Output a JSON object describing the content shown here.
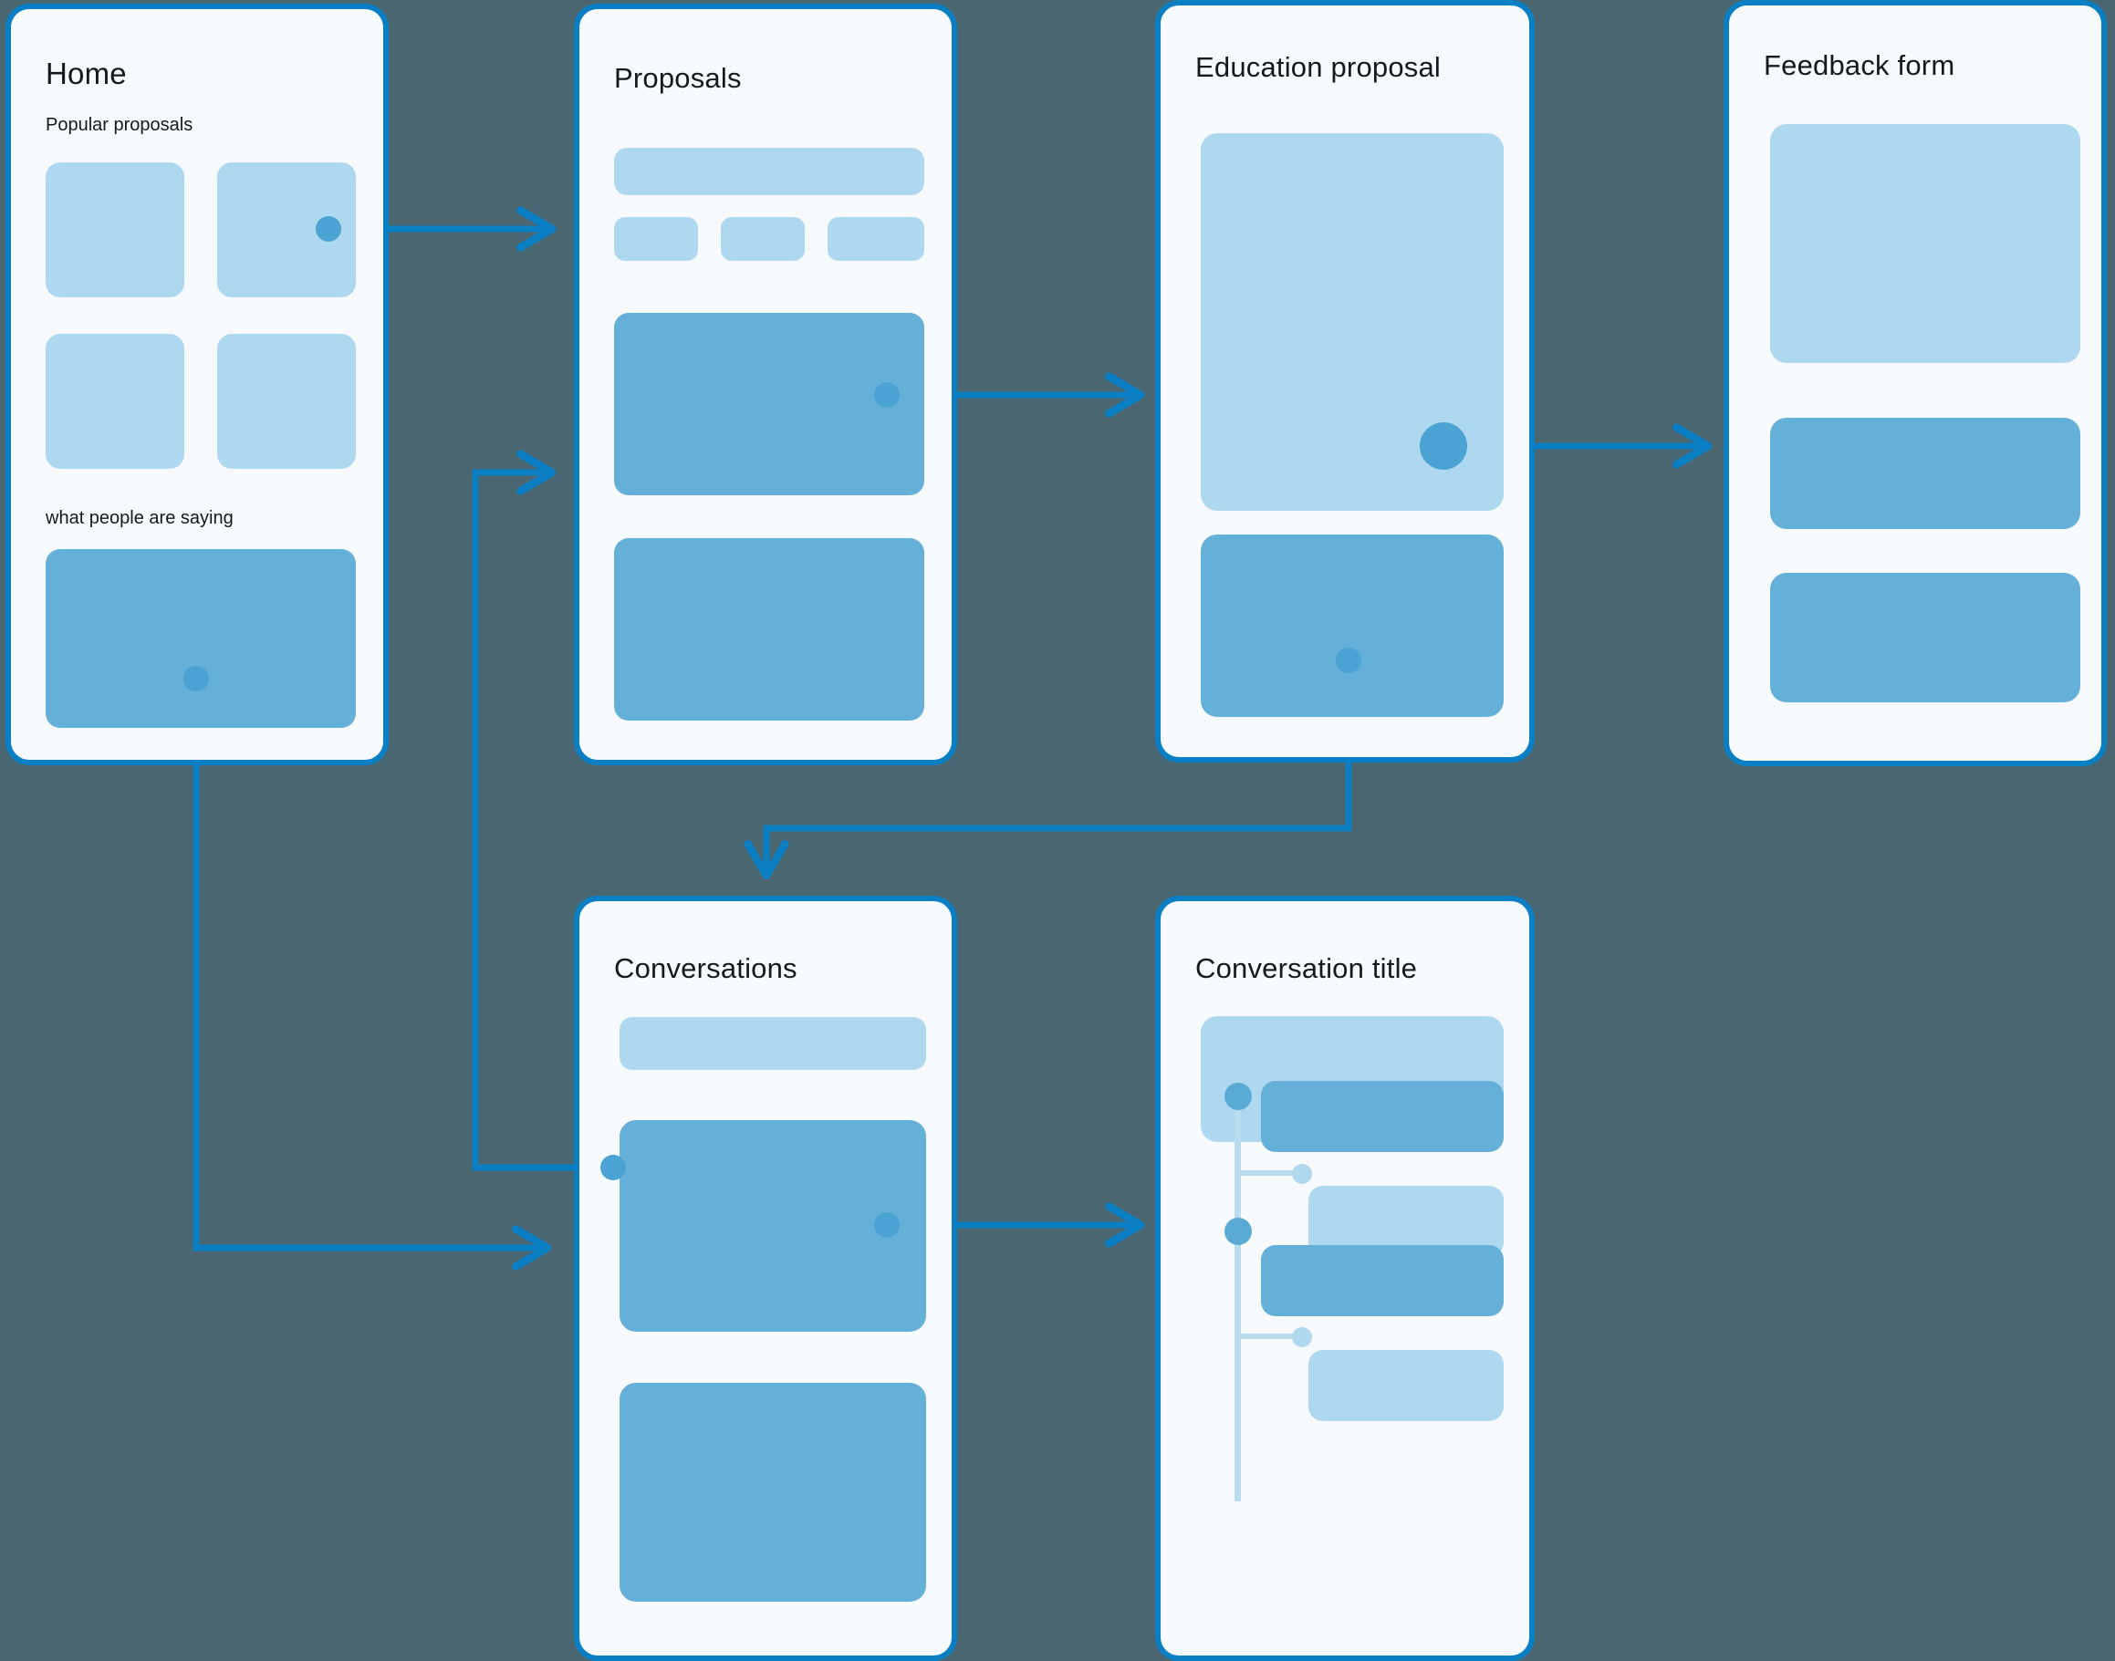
{
  "meta": {
    "background_color": "#4a6670",
    "screen_bg": "#f7fafd",
    "screen_border": "#0b7fc4",
    "accent": "#0b7fc4",
    "block_light": "#aed8ef",
    "block_mid": "#64b0d9",
    "dot_color": "#4ba3d3",
    "thread_color": "#b9dcee"
  },
  "screens": [
    {
      "id": "home",
      "title": "Home",
      "sections": [
        {
          "label": "Popular proposals"
        },
        {
          "label": "what people are saying"
        }
      ]
    },
    {
      "id": "proposals",
      "title": "Proposals",
      "sections": []
    },
    {
      "id": "education-proposal",
      "title": "Education proposal",
      "sections": []
    },
    {
      "id": "feedback-form",
      "title": "Feedback form",
      "sections": []
    },
    {
      "id": "conversations",
      "title": "Conversations",
      "sections": []
    },
    {
      "id": "conversation-title",
      "title": "Conversation title",
      "sections": []
    }
  ],
  "home": {
    "title": "Home",
    "popular_label": "Popular proposals",
    "saying_label": "what people are saying",
    "cards": [
      "card-1",
      "card-2",
      "card-3",
      "card-4"
    ],
    "testimonial": "testimonial-block"
  },
  "proposals": {
    "title": "Proposals",
    "search_bar": "search-bar",
    "filters": [
      "filter-1",
      "filter-2",
      "filter-3"
    ],
    "items": [
      "proposal-item-1",
      "proposal-item-2"
    ]
  },
  "education_proposal": {
    "title": "Education proposal",
    "hero": "hero-block",
    "body": "body-block"
  },
  "feedback_form": {
    "title": "Feedback form",
    "blocks": [
      "form-block-1",
      "form-block-2",
      "form-block-3"
    ]
  },
  "conversations": {
    "title": "Conversations",
    "search_bar": "search-bar",
    "items": [
      "conversation-item-1",
      "conversation-item-2"
    ]
  },
  "conversation_title": {
    "title": "Conversation title",
    "header": "header-block",
    "messages": [
      "message-outgoing-1",
      "message-incoming-1",
      "message-outgoing-2",
      "message-incoming-2"
    ]
  },
  "flows": [
    {
      "id": "flow-home-to-proposals",
      "from": "home.card-2",
      "to": "proposals"
    },
    {
      "id": "flow-proposals-to-education",
      "from": "proposals.proposal-item-1",
      "to": "education-proposal"
    },
    {
      "id": "flow-education-to-feedback",
      "from": "education-proposal.hero",
      "to": "feedback-form"
    },
    {
      "id": "flow-education-to-conversations",
      "from": "education-proposal.body",
      "to": "conversations"
    },
    {
      "id": "flow-home-to-conversations",
      "from": "home.testimonial",
      "to": "conversations"
    },
    {
      "id": "flow-conversations-to-proposals",
      "from": "conversations.item-1-left",
      "to": "proposals"
    },
    {
      "id": "flow-conversations-to-detail",
      "from": "conversations.item-1-right",
      "to": "conversation-title"
    }
  ]
}
